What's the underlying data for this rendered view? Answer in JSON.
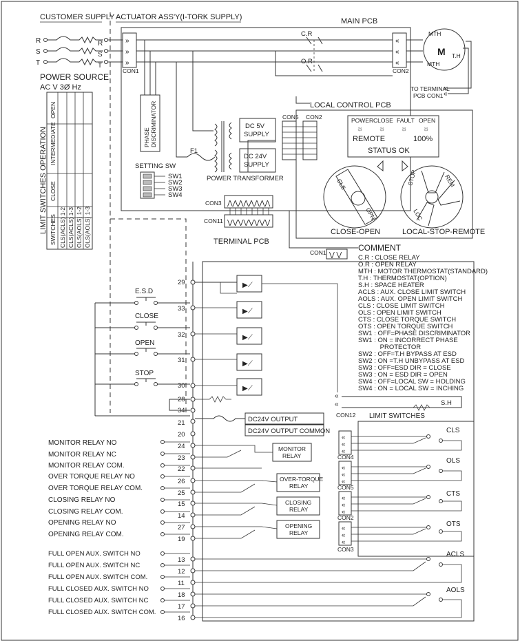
{
  "headers": {
    "customer_supply": "CUSTOMER SUPPLY",
    "actuator": "ACTUATOR ASS'Y(I-TORK SUPPLY)",
    "main_pcb": "MAIN PCB"
  },
  "phases": [
    "R",
    "S",
    "T"
  ],
  "con": {
    "con1": "CON1",
    "con2": "CON2",
    "con3": "CON3",
    "con5": "CON5",
    "con11": "CON11",
    "con12": "CON12",
    "con4": "CON4",
    "con5b": "CON5",
    "con2b": "CON2",
    "con3b": "CON3",
    "con1b": "CON1"
  },
  "relays": {
    "cr": "C.R",
    "or": "O.R"
  },
  "motor": {
    "m": "M",
    "mth_top": "MTH",
    "mth_bottom": "MTH",
    "th": "T.H"
  },
  "to_terminal": [
    "TO TERMINAL",
    "PCB CON1"
  ],
  "power_source": {
    "title": "POWER SOURCE",
    "spec": "AC    V 3Ø   Hz"
  },
  "phase_disc": [
    "PHASE",
    "DISCRIMINATOR"
  ],
  "supplies": {
    "dc5": [
      "DC 5V",
      "SUPPLY"
    ],
    "dc24": [
      "DC 24V",
      "SUPPLY"
    ],
    "fuse": "F1",
    "transformer": "POWER TRANSFORMER"
  },
  "setting_sw": {
    "title": "SETTING SW",
    "items": [
      "SW1",
      "SW2",
      "SW3",
      "SW4"
    ]
  },
  "local_control": {
    "title": "LOCAL CONTROL PCB",
    "leds": [
      "POWER",
      "CLOSE",
      "FAULT",
      "OPEN"
    ],
    "display_mode": "REMOTE",
    "display_pct": "100%",
    "display_status": "STATUS   OK",
    "knob1": "CLOSE-OPEN",
    "knob2": "LOCAL-STOP-REMOTE",
    "knob1_labels": [
      "CLS",
      "OPN"
    ],
    "knob2_labels": [
      "STOP",
      "REM",
      "LOC"
    ]
  },
  "limit_table": {
    "title": "LIMIT SWITCHES OPERATION",
    "open": "OPEN",
    "intermediate": "INTERMEDIATE",
    "close": "CLOSE",
    "switches": "SWITCHES",
    "cols": [
      "CLS(ACLS) 1-2",
      "CLS(ACLS) 1-3",
      "OLS(AOLS) 1-2",
      "OLS(AOLS) 1-3"
    ]
  },
  "terminal_pcb": "TERMINAL PCB",
  "comment": {
    "title": "COMMENT",
    "lines": [
      "C.R : CLOSE RELAY",
      "O.R : OPEN RELAY",
      "MTH : MOTOR THERMOSTAT(STANDARD)",
      "T.H : THERMOSTAT(OPTION)",
      "S.H : SPACE HEATER",
      "ACLS : AUX. CLOSE LIMIT SWITCH",
      "AOLS : AUX. OPEN LIMIT SWITCH",
      "CLS : CLOSE LIMIT SWITCH",
      "OLS : OPEN LIMIT SWITCH",
      "CTS : CLOSE TORQUE SWITCH",
      "OTS : OPEN TORQUE SWITCH",
      "SW1 : OFF=PHASE DISCRIMINATOR",
      "SW1 : ON = INCORRECT PHASE",
      "            PROTECTOR",
      "SW2 : OFF=T.H BYPASS AT ESD",
      "SW2 : ON =T.H UNBYPASS AT ESD",
      "SW3 : OFF=ESD DIR = CLOSE",
      "SW3 : ON = ESD DIR = OPEN",
      "SW4 : OFF=LOCAL SW = HOLDING",
      "SW4 : ON = LOCAL SW = INCHING"
    ]
  },
  "inputs": [
    {
      "label": "E.S.D",
      "term": "33"
    },
    {
      "label": "CLOSE",
      "term": "32"
    },
    {
      "label": "OPEN",
      "term": "31"
    },
    {
      "label": "STOP",
      "term": "30"
    }
  ],
  "term_top": "29",
  "terms_mid": [
    "28",
    "34",
    "21",
    "20"
  ],
  "dc_out": {
    "out": "DC24V OUTPUT",
    "common": "DC24V OUTPUT COMMON"
  },
  "sh": "S.H",
  "limit_switches": {
    "title": "LIMIT SWITCHES",
    "items": [
      "CLS",
      "OLS",
      "CTS",
      "OTS"
    ]
  },
  "aux_switches": [
    "ACLS",
    "AOLS"
  ],
  "relay_outputs": [
    {
      "label": "MONITOR RELAY NO",
      "term": "24"
    },
    {
      "label": "MONITOR RELAY NC",
      "term": "23"
    },
    {
      "label": "MONITOR RELAY COM.",
      "term": "22"
    },
    {
      "label": "OVER TORQUE RELAY NO",
      "term": "26"
    },
    {
      "label": "OVER TORQUE RELAY COM.",
      "term": "25"
    },
    {
      "label": "CLOSING RELAY NO",
      "term": "15"
    },
    {
      "label": "CLOSING RELAY COM.",
      "term": "14"
    },
    {
      "label": "OPENING RELAY NO",
      "term": "27"
    },
    {
      "label": "OPENING RELAY COM.",
      "term": "19"
    },
    {
      "label": "FULL OPEN AUX. SWITCH NO",
      "term": "13"
    },
    {
      "label": "FULL OPEN AUX. SWITCH NC",
      "term": "12"
    },
    {
      "label": "FULL OPEN AUX. SWITCH COM.",
      "term": "11"
    },
    {
      "label": "FULL CLOSED AUX. SWITCH NO",
      "term": "18"
    },
    {
      "label": "FULL CLOSED AUX. SWITCH NC",
      "term": "17"
    },
    {
      "label": "FULL CLOSED AUX. SWITCH COM.",
      "term": "16"
    }
  ],
  "relay_boxes": [
    [
      "MONITOR",
      "RELAY"
    ],
    [
      "OVER-TORQUE",
      "RELAY"
    ],
    [
      "CLOSING",
      "RELAY"
    ],
    [
      "OPENING",
      "RELAY"
    ]
  ]
}
